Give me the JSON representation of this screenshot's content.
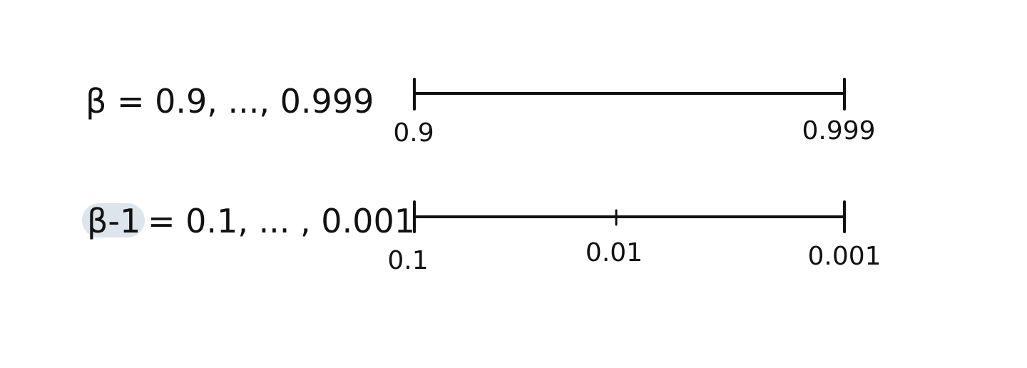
{
  "row1": {
    "equation": "β = 0.9, ..., 0.999",
    "left_label": "0.9",
    "right_label": "0.999"
  },
  "row2": {
    "equation_highlight": "β-1",
    "equation_rest": "= 0.1, ... , 0.001",
    "left_label": "0.1",
    "mid_label": "0.01",
    "right_label": "0.001"
  },
  "colors": {
    "ink": "#111111",
    "highlight": "#dce4ec",
    "background": "#ffffff"
  }
}
